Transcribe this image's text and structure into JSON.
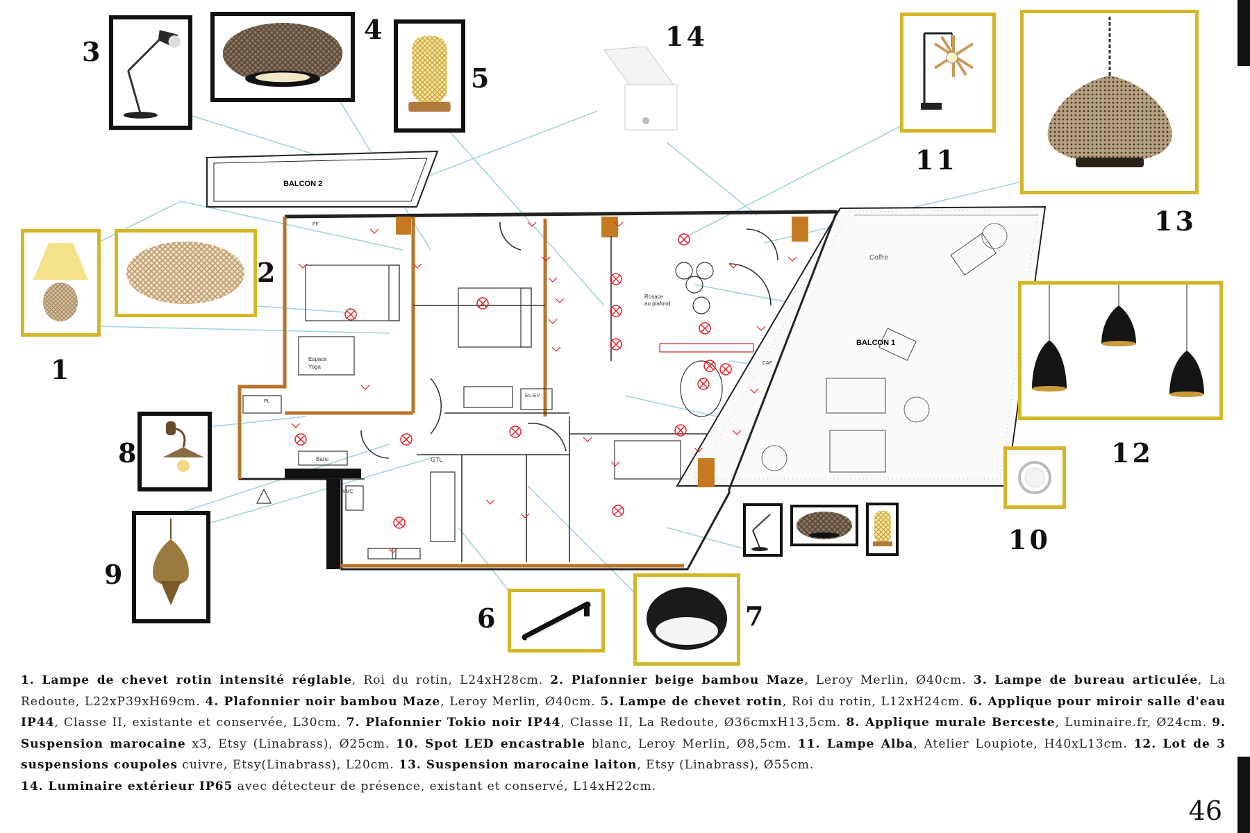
{
  "plan": {
    "balcon1": "BALCON 1",
    "balcon2": "BALCON 2",
    "coffre": "Coffre",
    "espace_yoga_1": "Espace",
    "espace_yoga_2": "Yoga",
    "banc": "Banc",
    "rosace_1": "Rosace",
    "rosace_2": "au plafond",
    "pl": "PL",
    "pf": "PF",
    "vmc": "VMC",
    "gtl": "GTL",
    "eu_ev": "EU-EV",
    "caf": "CAF"
  },
  "items": [
    {
      "num": "1",
      "name": "Lampe de chevet rotin intensité réglable",
      "details": ", Roi du rotin, L24xH28cm. "
    },
    {
      "num": "2",
      "name": "Plafonnier beige bambou Maze",
      "details": ", Leroy Merlin, Ø40cm. "
    },
    {
      "num": "3",
      "name": "Lampe de bureau articulée",
      "details": ", La Redoute, L22xP39xH69cm. "
    },
    {
      "num": "4",
      "name": "Plafonnier noir bambou Maze",
      "details": ", Leroy Merlin, Ø40cm. "
    },
    {
      "num": "5",
      "name": "Lampe de chevet rotin",
      "details": ", Roi du rotin, L12xH24cm. "
    },
    {
      "num": "6",
      "name": "Applique pour miroir salle d'eau IP44",
      "details": ", Classe II, existante et conservée, L30cm. "
    },
    {
      "num": "7",
      "name": "Plafonnier Tokio noir IP44",
      "details": ", Classe II, La Redoute, Ø36cmxH13,5cm. "
    },
    {
      "num": "8",
      "name": "Applique murale Berceste",
      "details": ", Luminaire.fr, Ø24cm. "
    },
    {
      "num": "9",
      "name": "Suspension marocaine",
      "details": " x3, Etsy (Linabrass), Ø25cm. "
    },
    {
      "num": "10",
      "name": "Spot LED encastrable",
      "details": " blanc, Leroy Merlin, Ø8,5cm. "
    },
    {
      "num": "11",
      "name": "Lampe Alba",
      "details": ", Atelier Loupiote, H40xL13cm. "
    },
    {
      "num": "12",
      "name": "Lot de 3 suspensions coupoles",
      "details": " cuivre, Etsy(Linabrass), L20cm. "
    },
    {
      "num": "13",
      "name": "Suspension marocaine laiton",
      "details": ", Etsy (Linabrass), Ø55cm."
    },
    {
      "num": "14",
      "name": "Luminaire extérieur IP65",
      "details": " avec détecteur de présence, existant et conservé, L14xH22cm."
    }
  ],
  "labels": {
    "n1": "1",
    "n2": "2",
    "n3": "3",
    "n4": "4",
    "n5": "5",
    "n6": "6",
    "n7": "7",
    "n8": "8",
    "n9": "9",
    "n10": "10",
    "n11": "11",
    "n12": "12",
    "n13": "13",
    "n14": "14"
  },
  "page_number": "46",
  "colors": {
    "frame_yellow": "#d4b629",
    "frame_black": "#111111",
    "leader_line": "#9fd3df",
    "electric_red": "#e0202a",
    "wall_brown": "#b8742a"
  }
}
